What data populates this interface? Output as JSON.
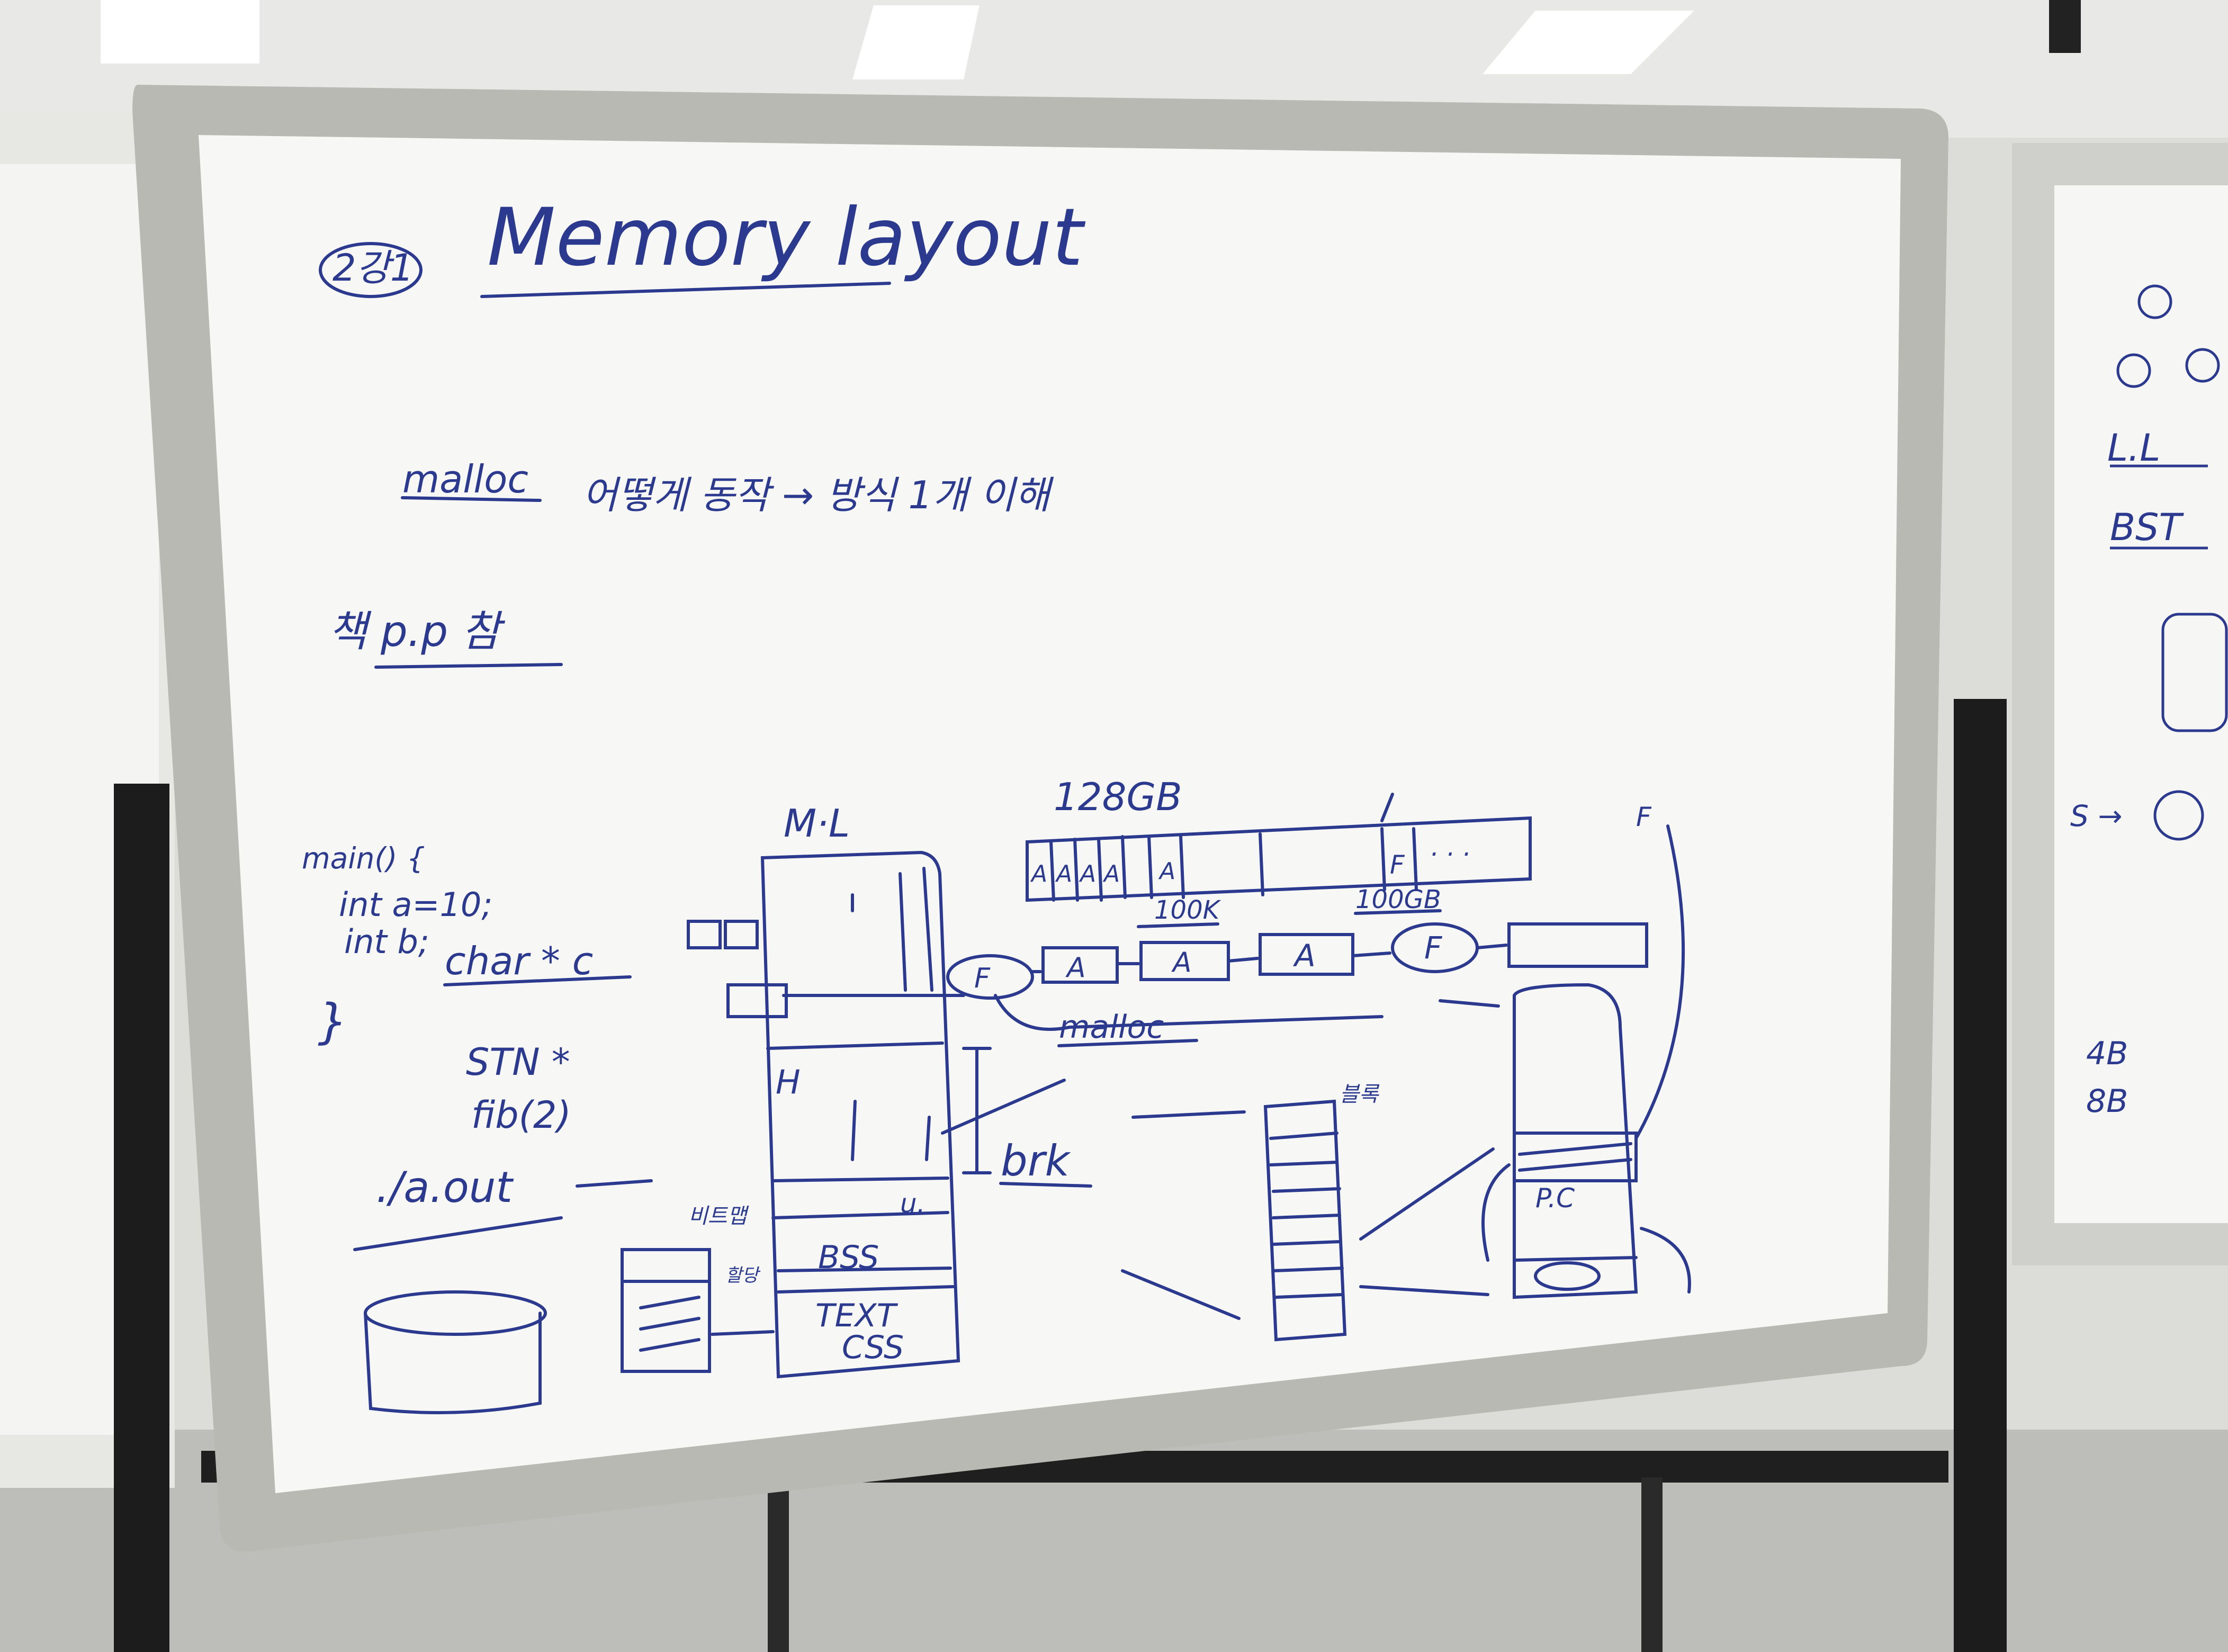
{
  "board": {
    "circled_label": "2강1",
    "title": "Memory layout",
    "line1_word": "malloc",
    "line1_rest": "어떻게 동작 → 방식 1개 이해",
    "line2": "책 p.p 참",
    "code": {
      "line1": "main() {",
      "line2": "int a=10;",
      "line3": "int b;",
      "line4": "char * c",
      "line5": "STN *",
      "line6": "fib(2)",
      "close": "}"
    },
    "command": "./a.out",
    "ml_label": "M·L",
    "heap_label": "H",
    "brk_label": "brk",
    "bss_label": "BSS",
    "text_label": "TEXT",
    "css_label": "CSS",
    "u_label": "u.",
    "disk_label1": "비트맵",
    "disk_label2": "할당",
    "size_128": "128GB",
    "size_100k": "100K",
    "size_100gb": "100GB",
    "blocks_top": [
      "A",
      "A",
      "A",
      "A",
      "A"
    ],
    "block_f": "F",
    "dots": "· · ·",
    "chain": [
      "A",
      "A",
      "A",
      "F"
    ],
    "chain_f": "F",
    "malloc_label": "malloc",
    "stack_label": "블록",
    "pc_label": "P.C",
    "free_label": "F"
  },
  "right_board": {
    "ll": "L.L",
    "bst": "BST",
    "s_label": "S →",
    "b4": "4B",
    "b8": "8B"
  }
}
